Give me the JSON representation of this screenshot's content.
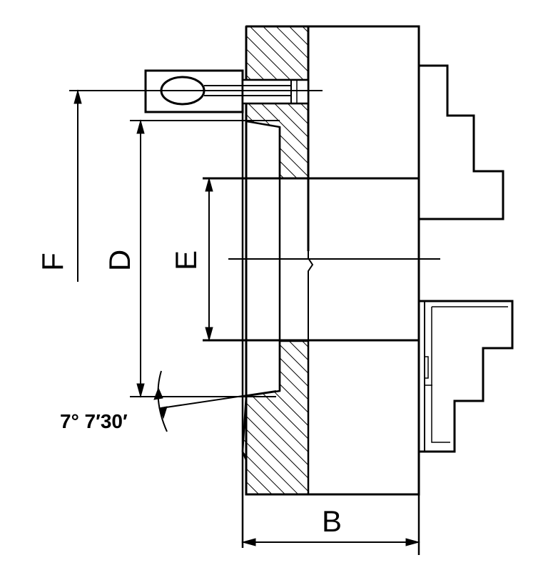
{
  "dimensions": {
    "f_label": "F",
    "d_label": "D",
    "e_label": "E",
    "b_label": "B",
    "angle_label": "7° 7′30′"
  },
  "colors": {
    "line": "#000000",
    "background": "#ffffff"
  }
}
